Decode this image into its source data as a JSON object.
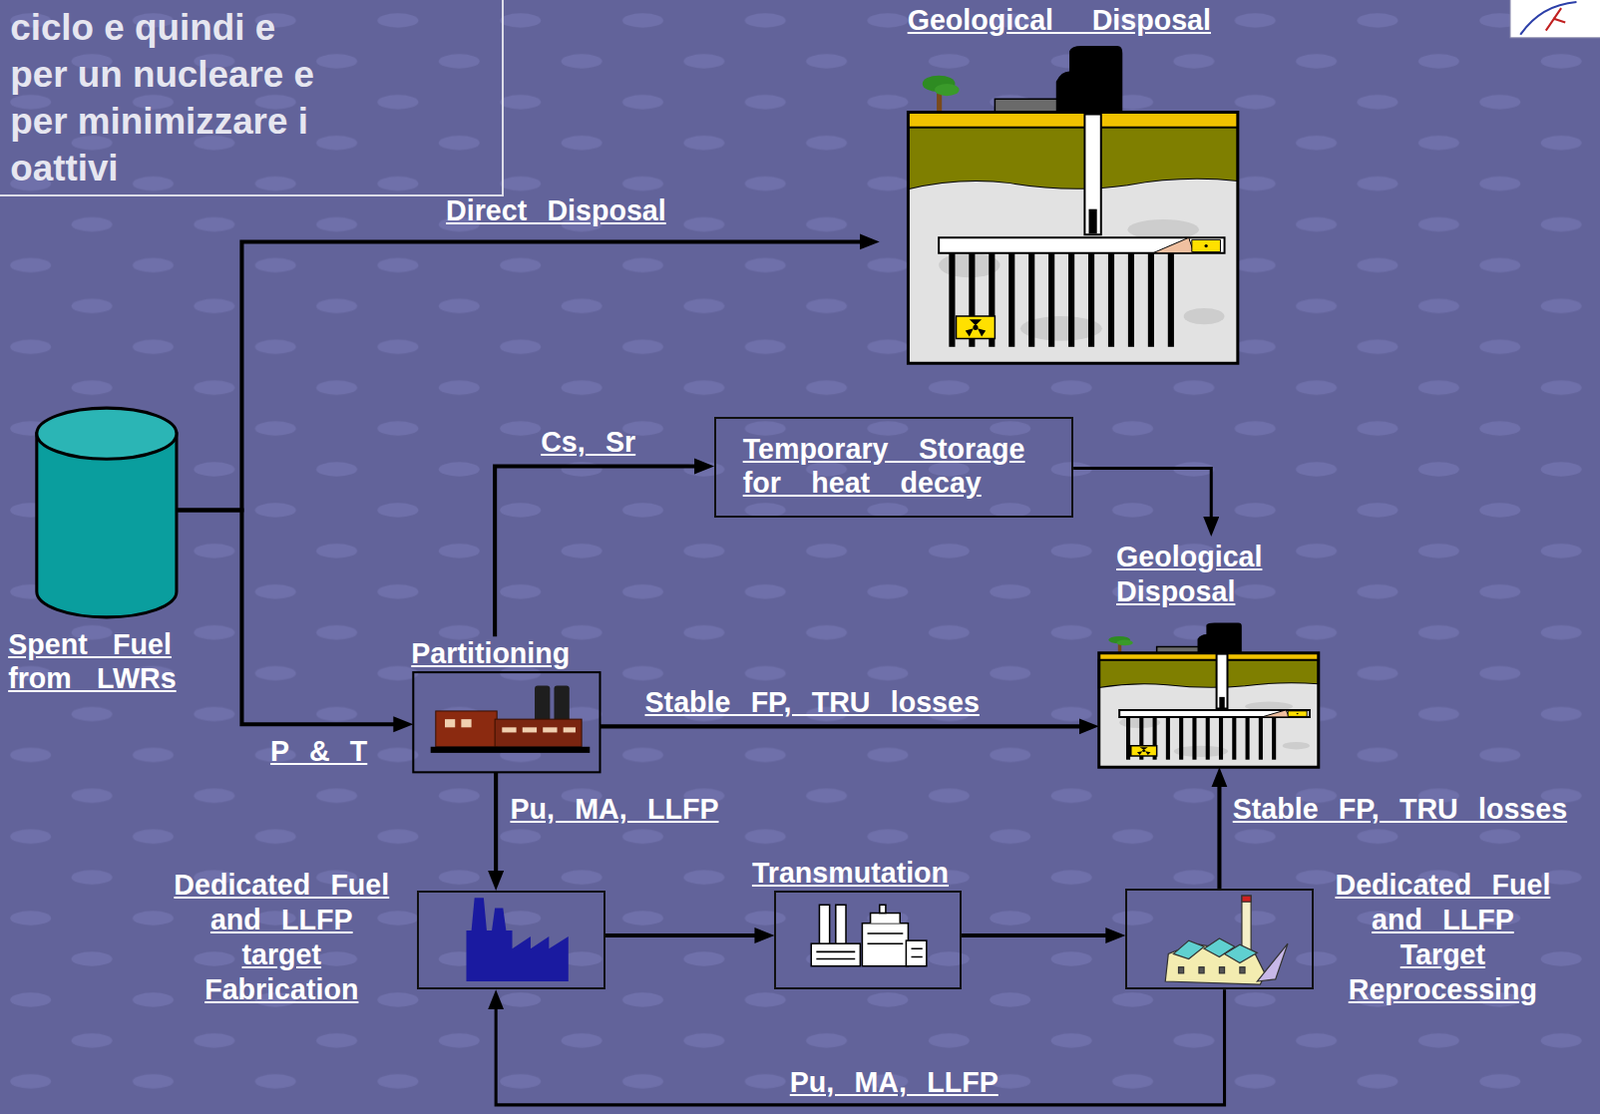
{
  "diagram": {
    "nodes": [
      {
        "text": [
          "ciclo e quindi e per un nucleare e per minimizzare i oattivi"
        ]
      },
      {
        "text": [
          "Geological Disposal"
        ]
      },
      {
        "text": [
          "Temporary Storage for heat decay"
        ]
      },
      {
        "text": [
          "Geological Disposal"
        ]
      },
      {
        "text": [
          "Spent Fuel from LWRs"
        ]
      },
      {
        "text": [
          "Partitioning"
        ]
      },
      {
        "text": [
          "Dedicated Fuel and LLFP target Fabrication"
        ]
      },
      {
        "text": [
          "Transmutation"
        ]
      },
      {
        "text": [
          "Dedicated Fuel and LLFP Target Reprocessing"
        ]
      }
    ],
    "edges": [
      {
        "from": 4,
        "to": 1,
        "arrow": "to",
        "label": "Direct Disposal"
      },
      {
        "from": 4,
        "to": 5,
        "arrow": "to",
        "label": "P & T"
      },
      {
        "from": 5,
        "to": 2,
        "arrow": "to",
        "label": "Cs, Sr"
      },
      {
        "from": 2,
        "to": 3,
        "arrow": "to"
      },
      {
        "from": 5,
        "to": 3,
        "arrow": "to",
        "label": "Stable FP, TRU losses"
      },
      {
        "from": 5,
        "to": 6,
        "arrow": "to",
        "label": "Pu, MA, LLFP"
      },
      {
        "from": 6,
        "to": 7,
        "arrow": "to"
      },
      {
        "from": 7,
        "to": 8,
        "arrow": "to"
      },
      {
        "from": 8,
        "to": 3,
        "arrow": "to",
        "label": "Stable FP, TRU losses"
      },
      {
        "from": 8,
        "to": 6,
        "arrow": "to",
        "label": "Pu, MA, LLFP"
      }
    ]
  }
}
